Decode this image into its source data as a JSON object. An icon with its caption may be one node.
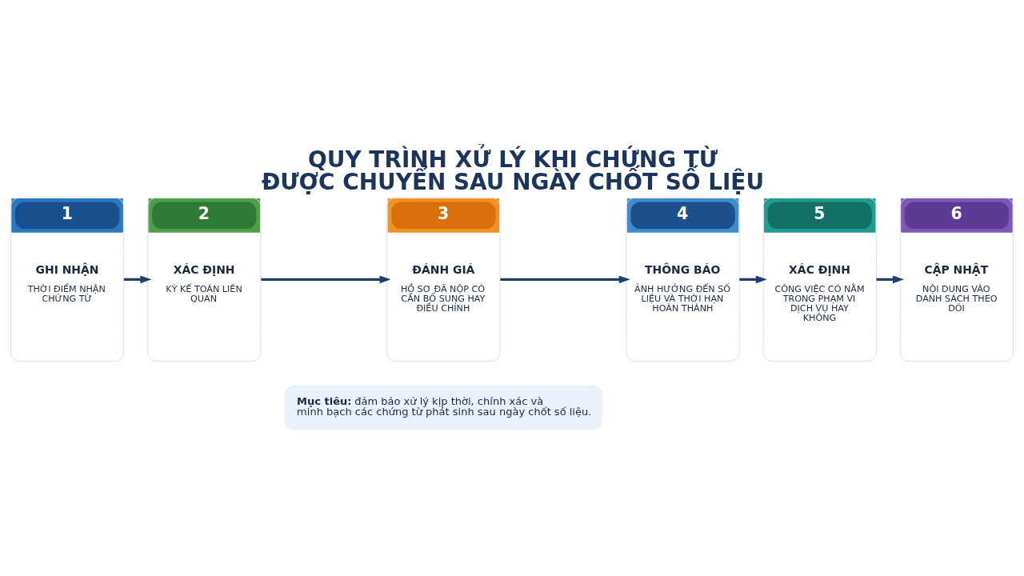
{
  "diagram": {
    "title": "QUY TRÌNH XỬ LÝ KHI CHỨNG TỪ ĐƯỢC CHUYỂN SAU NGÀY CHỐT SỐ LIỆU",
    "nodes": [
      {
        "text": [
          "1",
          "GHI NHẬN",
          "THỜI ĐIỂM NHẬN CHỨNG TỪ"
        ]
      },
      {
        "text": [
          "2",
          "XÁC ĐỊNH",
          "KỲ KẾ TOÁN LIÊN QUAN"
        ]
      },
      {
        "text": [
          "3",
          "ĐÁNH GIÁ",
          "HỒ SƠ ĐÃ NỘP CÓ CẦN BỔ SUNG HAY ĐIỀU CHỈNH"
        ]
      },
      {
        "text": [
          "4",
          "THÔNG BÁO",
          "ẢNH HƯỞNG ĐẾN SỐ LIỆU VÀ THỜI HẠN HOÀN THÀNH"
        ]
      },
      {
        "text": [
          "5",
          "XÁC ĐỊNH",
          "CÔNG VIỆC CÓ NẰM TRONG PHẠM VI DỊCH VỤ HAY KHÔNG"
        ]
      },
      {
        "text": [
          "6",
          "CẬP NHẬT",
          "NỘI DUNG VÀO DANH SÁCH THEO DÕI"
        ]
      },
      {
        "text": [
          "**Mục tiêu:** đảm bảo xử lý kịp thời, chính xác và minh bạch các chứng từ phát sinh sau ngày chốt số liệu."
        ]
      }
    ],
    "edges": [
      {
        "from": 0,
        "to": 1,
        "arrow": "to"
      },
      {
        "from": 1,
        "to": 2,
        "arrow": "to"
      },
      {
        "from": 2,
        "to": 3,
        "arrow": "to"
      },
      {
        "from": 3,
        "to": 4,
        "arrow": "to"
      },
      {
        "from": 4,
        "to": 5,
        "arrow": "to"
      }
    ]
  }
}
